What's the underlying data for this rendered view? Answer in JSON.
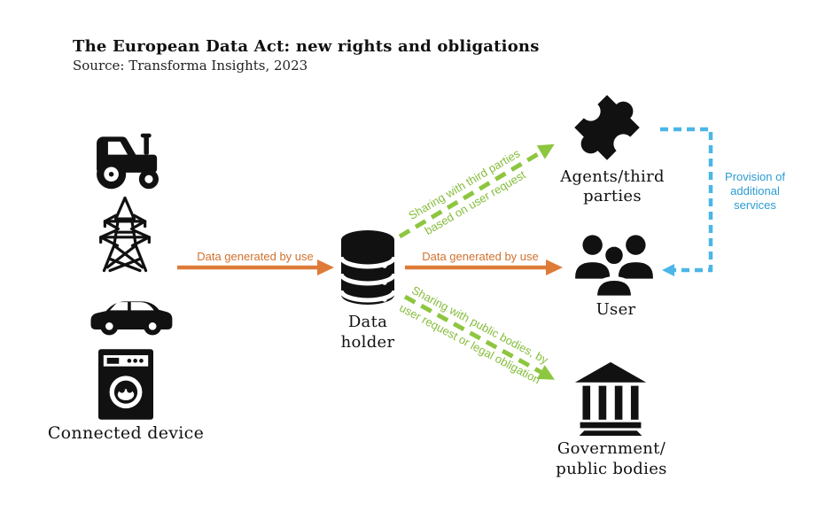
{
  "header": {
    "title": "The European Data Act: new rights and obligations",
    "source": "Source: Transforma Insights, 2023"
  },
  "nodes": {
    "connected_device": {
      "label": "Connected device"
    },
    "data_holder": {
      "lines": [
        "Data",
        "holder"
      ]
    },
    "agents_third_parties": {
      "lines": [
        "Agents/third",
        "parties"
      ]
    },
    "user": {
      "label": "User"
    },
    "government": {
      "lines": [
        "Government/",
        "public bodies"
      ]
    }
  },
  "arrows": {
    "device_to_holder": {
      "label": "Data generated by use",
      "style": "solid",
      "color": "#DE7B38"
    },
    "holder_to_user": {
      "label": "Data generated by use",
      "style": "solid",
      "color": "#DE7B38"
    },
    "holder_to_agents": {
      "lines": [
        "Sharing with third parties",
        "based on user request"
      ],
      "style": "dashed",
      "color": "#8DC63F"
    },
    "holder_to_government": {
      "lines": [
        "Sharing with public bodies, by",
        "user request or legal obligation"
      ],
      "style": "dashed",
      "color": "#8DC63F"
    },
    "agents_to_user": {
      "lines": [
        "Provision of",
        "additional",
        "services"
      ],
      "style": "dashed",
      "color": "#4BB6E8",
      "text_color": "#2B9CD1"
    }
  },
  "icons": {
    "tractor-icon": "black-silhouette",
    "transmission-tower-icon": "black-outline",
    "car-icon": "black-silhouette",
    "washing-machine-icon": "black-silhouette",
    "database-icon": "black-cylinder-stack",
    "puzzle-piece-icon": "black-jigsaw-rotated",
    "users-group-icon": "black-three-people",
    "government-building-icon": "black-classical-building"
  }
}
